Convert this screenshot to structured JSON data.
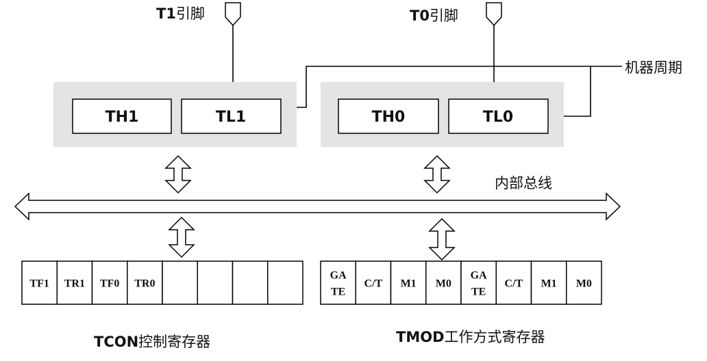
{
  "pins": {
    "t1": {
      "bold": "T1",
      "text": "引脚"
    },
    "t0": {
      "bold": "T0",
      "text": "引脚"
    }
  },
  "machine_cycle": "机器周期",
  "counters": {
    "timer1": {
      "high": "TH1",
      "low": "TL1"
    },
    "timer0": {
      "high": "TH0",
      "low": "TL0"
    }
  },
  "bus_label": "内部总线",
  "tcon": {
    "title_bold": "TCON",
    "title_text": "控制寄存器",
    "bits": [
      "TF1",
      "TR1",
      "TF0",
      "TR0",
      "",
      "",
      "",
      ""
    ]
  },
  "tmod": {
    "title_bold": "TMOD",
    "title_text": "工作方式寄存器",
    "bits": [
      [
        "GA",
        "TE"
      ],
      "C/T",
      "M1",
      "M0",
      [
        "GA",
        "TE"
      ],
      "C/T",
      "M1",
      "M0"
    ]
  },
  "colors": {
    "panel": "#e4e4e4",
    "bit_text": "#2c4d8e"
  }
}
